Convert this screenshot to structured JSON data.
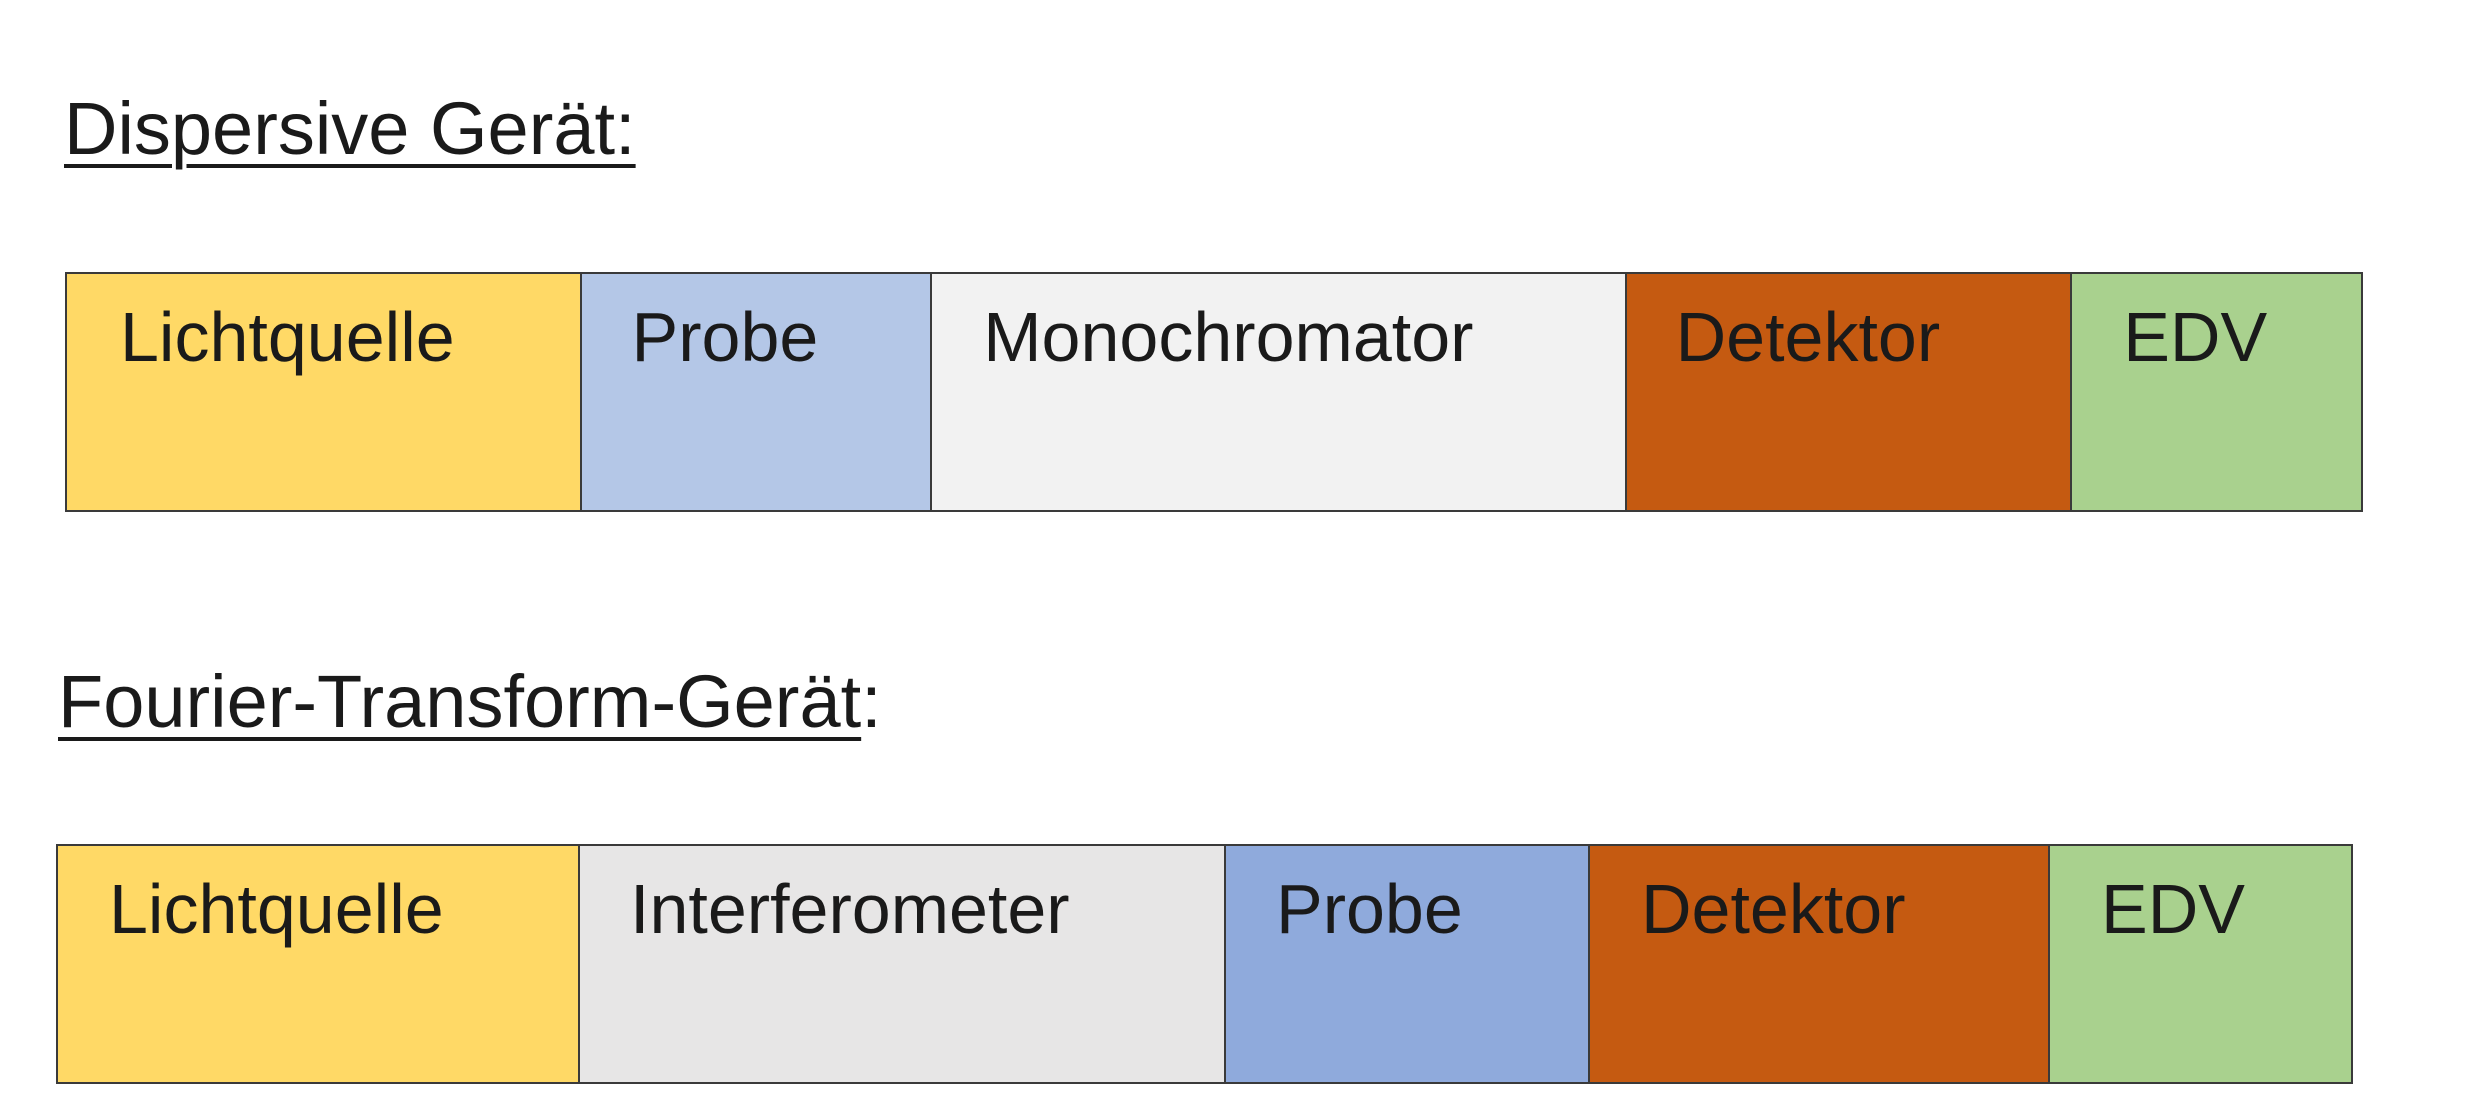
{
  "dispersive": {
    "title": "Dispersive Gerät:",
    "blocks": [
      {
        "label": "Lichtquelle",
        "color": "#FFD966"
      },
      {
        "label": "Probe",
        "color": "#B4C7E7"
      },
      {
        "label": "Monochromator",
        "color": "#F2F2F2"
      },
      {
        "label": "Detektor",
        "color": "#C55A11"
      },
      {
        "label": "EDV",
        "color": "#A9D18E"
      }
    ]
  },
  "fourier": {
    "title_underlined": "Fourier-Transform-Gerät",
    "title_suffix": ":",
    "blocks": [
      {
        "label": "Lichtquelle",
        "color": "#FFD966"
      },
      {
        "label": "Interferometer",
        "color": "#E7E6E6"
      },
      {
        "label": "Probe",
        "color": "#8FAADC"
      },
      {
        "label": "Detektor",
        "color": "#C55A11"
      },
      {
        "label": "EDV",
        "color": "#A9D18E"
      }
    ]
  }
}
